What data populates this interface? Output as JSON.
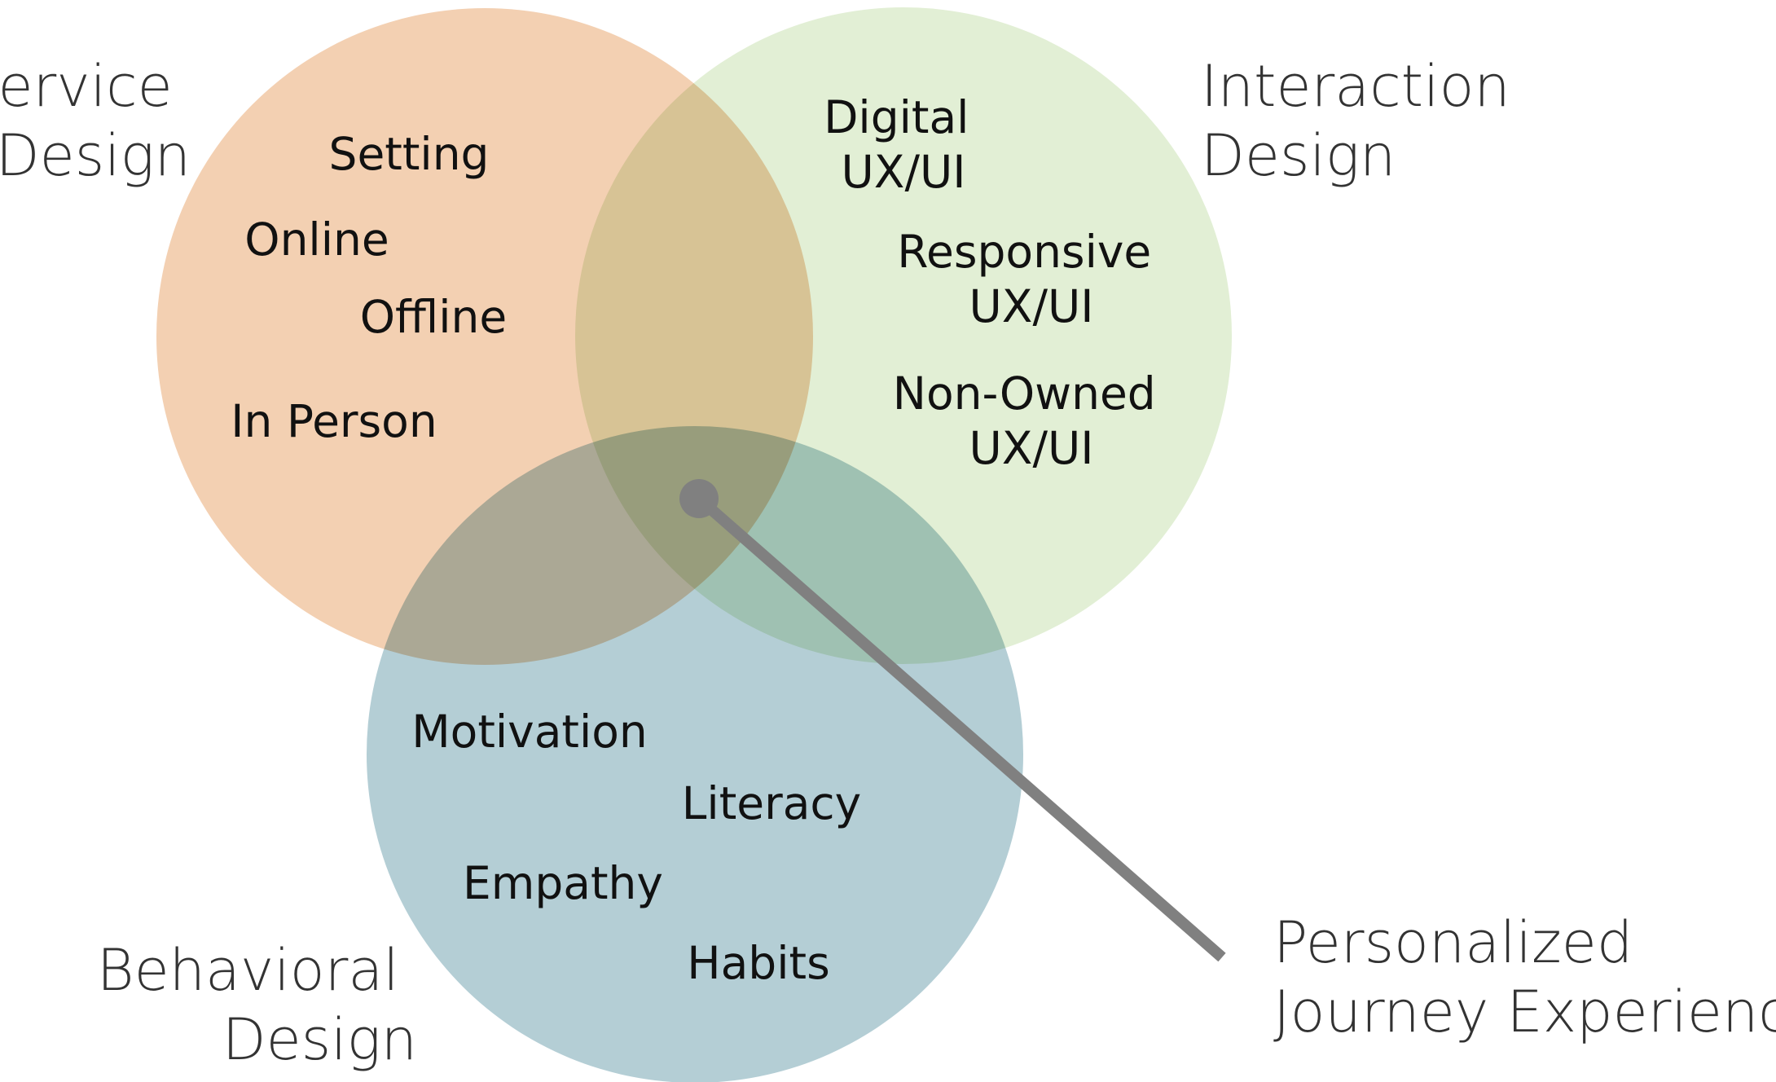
{
  "colors": {
    "service": "#F3D0B2",
    "interaction": "#E2EFD5",
    "behavioral": "#B4CED5",
    "callout_line": "#808080",
    "label_text": "#333333",
    "item_text": "#111111"
  },
  "circles": {
    "service": {
      "title_line1": "Service",
      "title_line2": "Design",
      "items": [
        "Setting",
        "Online",
        "Offline",
        "In Person"
      ]
    },
    "interaction": {
      "title_line1": "Interaction",
      "title_line2": "Design",
      "items": [
        {
          "line1": "Digital",
          "line2": "UX/UI"
        },
        {
          "line1": "Responsive",
          "line2": "UX/UI"
        },
        {
          "line1": "Non-Owned",
          "line2": "UX/UI"
        }
      ]
    },
    "behavioral": {
      "title_line1": "Behavioral",
      "title_line2": "Design",
      "items": [
        "Motivation",
        "Literacy",
        "Empathy",
        "Habits"
      ]
    }
  },
  "callout": {
    "line1": "Personalized",
    "line2": "Journey Experience"
  }
}
